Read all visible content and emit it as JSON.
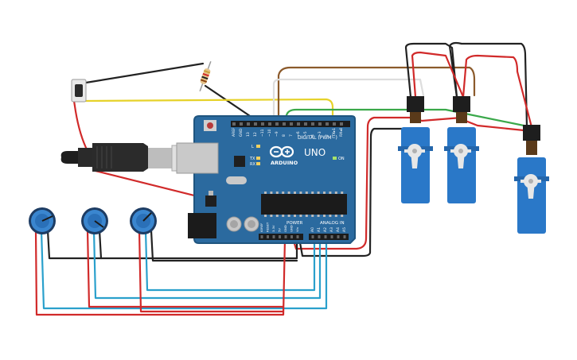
{
  "board": {
    "brand_text": "ARDUINO",
    "model_text": "UNO",
    "digital_header_label": "DIGITAL (PWM~)",
    "power_label": "POWER",
    "analog_label": "ANALOG IN",
    "on_label": "ON",
    "led_l_label": "L",
    "led_tx_label": "TX",
    "led_rx_label": "RX",
    "digital_pins": [
      "AREF",
      "GND",
      "13",
      "12",
      "~11",
      "~10",
      "~9",
      "8",
      "7",
      "~6",
      "~5",
      "4",
      "~3",
      "2",
      "TX▸1",
      "RX◂0"
    ],
    "power_pins": [
      "IOREF",
      "RESET",
      "3.3V",
      "5V",
      "GND",
      "GND",
      "Vin"
    ],
    "analog_pins": [
      "A0",
      "A1",
      "A2",
      "A3",
      "A4",
      "A5"
    ]
  },
  "colors": {
    "board_blue": "#2b6a9f",
    "board_edge": "#1f557f",
    "wire_red": "#d12a2a",
    "wire_black": "#222222",
    "wire_blue": "#2aa0cc",
    "wire_green": "#3aa84a",
    "wire_yellow": "#e6d22a",
    "wire_brown": "#8b5a2b",
    "wire_white": "#dddddd",
    "servo_blue": "#2a78c8",
    "pot_blue": "#2a70b8"
  },
  "components": {
    "potentiometers": 3,
    "servos": 3,
    "pushbuttons": 1,
    "resistors": 1
  }
}
